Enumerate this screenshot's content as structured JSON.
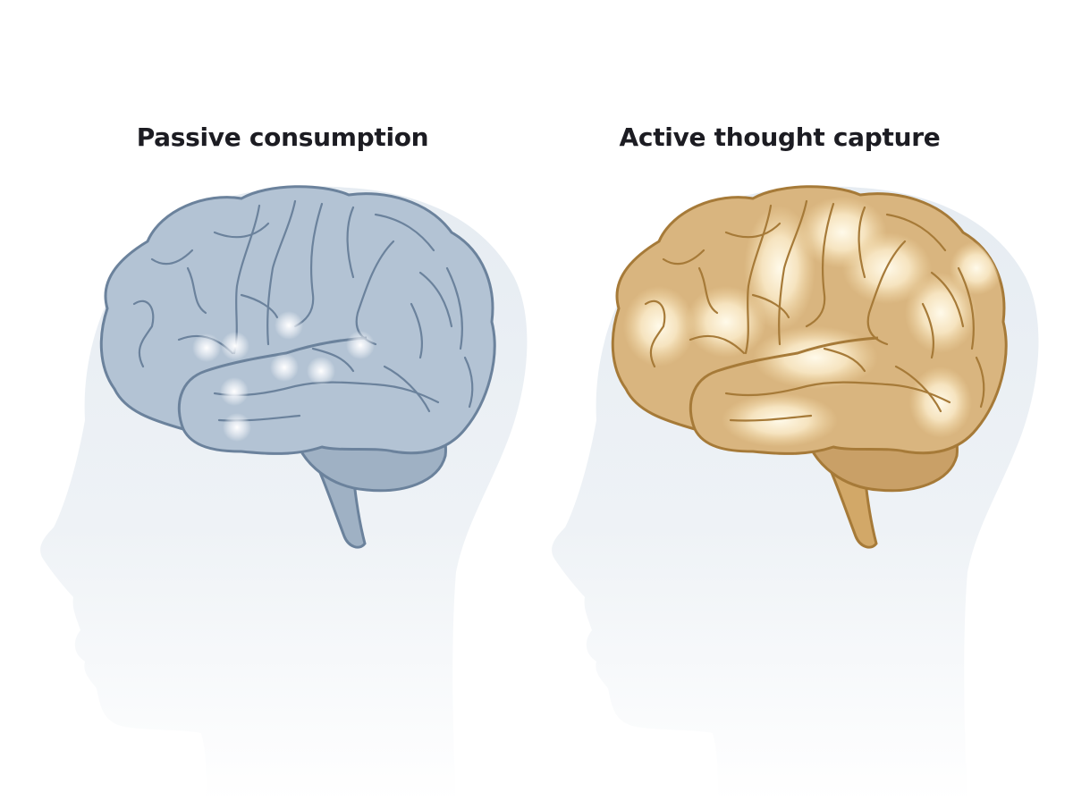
{
  "panels": [
    {
      "id": "passive",
      "title": "Passive consumption",
      "brain_fill": "#b3c3d4",
      "brain_stroke": "#6b829c",
      "cerebellum_fill": "#9fb1c4",
      "highlight_type": "small-sparkles",
      "highlight_color": "#ffffff"
    },
    {
      "id": "active",
      "title": "Active thought capture",
      "brain_fill": "#d9b57f",
      "brain_stroke": "#a67a38",
      "cerebellum_fill": "#c9a067",
      "highlight_type": "large-glow-regions",
      "highlight_color": "#fff6dc"
    }
  ],
  "colors": {
    "background": "#ffffff",
    "head_silhouette": "#e8edf2",
    "title_text": "#1c1c22"
  }
}
